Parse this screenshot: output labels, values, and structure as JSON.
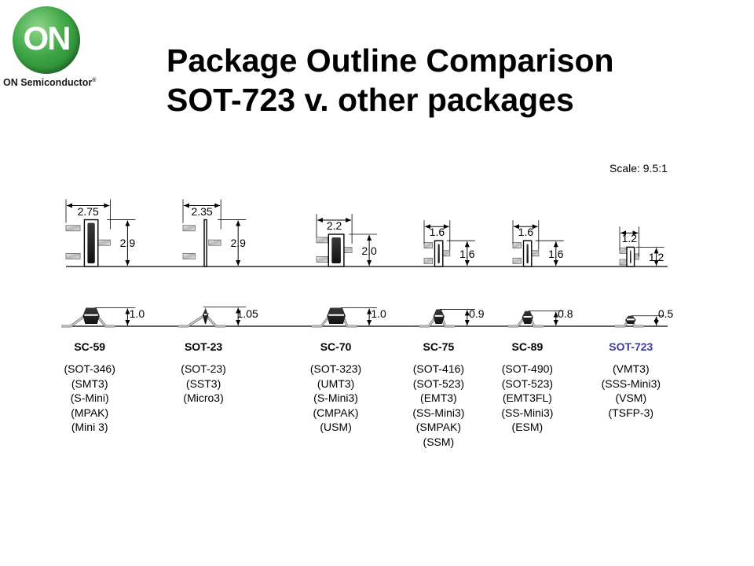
{
  "brand": {
    "logo_letters": "ON",
    "company": "ON Semiconductor",
    "registered_mark": "®",
    "logo_color": "#3fa646"
  },
  "title": {
    "line1": "Package Outline Comparison",
    "line2": "SOT-723 v. other packages"
  },
  "scale_label": "Scale: 9.5:1",
  "packages": [
    {
      "name": "SC-59",
      "name_color": "#000000",
      "width": "2.75",
      "height": "2.9",
      "thickness": "1.0",
      "alt_names": [
        "(SOT-346)",
        "(SMT3)",
        "(S-Mini)",
        "(MPAK)",
        "(Mini 3)"
      ]
    },
    {
      "name": "SOT-23",
      "name_color": "#000000",
      "width": "2.35",
      "height": "2.9",
      "thickness": "1.05",
      "alt_names": [
        "(SOT-23)",
        "(SST3)",
        "(Micro3)"
      ]
    },
    {
      "name": "SC-70",
      "name_color": "#000000",
      "width": "2.2",
      "height": "2.0",
      "thickness": "1.0",
      "alt_names": [
        "(SOT-323)",
        "(UMT3)",
        "(S-Mini3)",
        "(CMPAK)",
        "(USM)"
      ]
    },
    {
      "name": "SC-75",
      "name_color": "#000000",
      "width": "1.6",
      "height": "1.6",
      "thickness": "0.9",
      "alt_names": [
        "(SOT-416)",
        "(SOT-523)",
        "(EMT3)",
        "(SS-Mini3)",
        "(SMPAK)",
        "(SSM)"
      ]
    },
    {
      "name": "SC-89",
      "name_color": "#000000",
      "width": "1.6",
      "height": "1.6",
      "thickness": "0.8",
      "alt_names": [
        "(SOT-490)",
        "(SOT-523)",
        "(EMT3FL)",
        "(SS-Mini3)",
        "(ESM)"
      ]
    },
    {
      "name": "SOT-723",
      "name_color": "#3a3aa8",
      "width": "1.2",
      "height": "1.2",
      "thickness": "0.5",
      "alt_names": [
        "(VMT3)",
        "(SSS-Mini3)",
        "(VSM)",
        "(TSFP-3)"
      ]
    }
  ]
}
